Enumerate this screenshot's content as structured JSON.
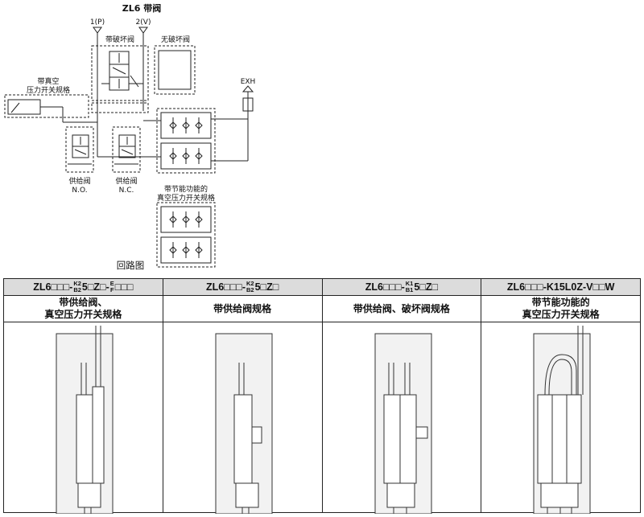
{
  "circuit": {
    "title": "ZL6 带阀",
    "port_p": "1(P)",
    "port_v": "2(V)",
    "break_valve": "带破坏阀",
    "no_break_valve": "无破坏阀",
    "vacuum_switch": [
      "带真空",
      "压力开关规格"
    ],
    "exh": "EXH",
    "supply_no": [
      "供给阀",
      "N.O."
    ],
    "supply_nc": [
      "供给阀",
      "N.C."
    ],
    "energy_saving": [
      "带节能功能的",
      "真空压力开关规格"
    ],
    "caption": "回路图"
  },
  "table": {
    "columns": [
      {
        "code_a": "ZL6□□□-",
        "code_sup": "K2",
        "code_sub": "B2",
        "code_b": "5□Z□-",
        "code_sup2": "E",
        "code_sub2": "F",
        "code_c": "□□□",
        "desc": [
          "带供给阀、",
          "真空压力开关规格"
        ]
      },
      {
        "code_a": "ZL6□□□-",
        "code_sup": "K2",
        "code_sub": "B2",
        "code_b": "5□Z□",
        "code_sup2": "",
        "code_sub2": "",
        "code_c": "",
        "desc": [
          "带供给阀规格"
        ]
      },
      {
        "code_a": "ZL6□□□-",
        "code_sup": "K1",
        "code_sub": "B1",
        "code_b": "5□Z□",
        "code_sup2": "",
        "code_sub2": "",
        "code_c": "",
        "desc": [
          "带供给阀、破坏阀规格"
        ]
      },
      {
        "code_a": "ZL6□□□-K15L0Z-V□□W",
        "code_sup": "",
        "code_sub": "",
        "code_b": "",
        "code_sup2": "",
        "code_sub2": "",
        "code_c": "",
        "desc": [
          "带节能功能的",
          "真空压力开关规格"
        ]
      }
    ]
  }
}
